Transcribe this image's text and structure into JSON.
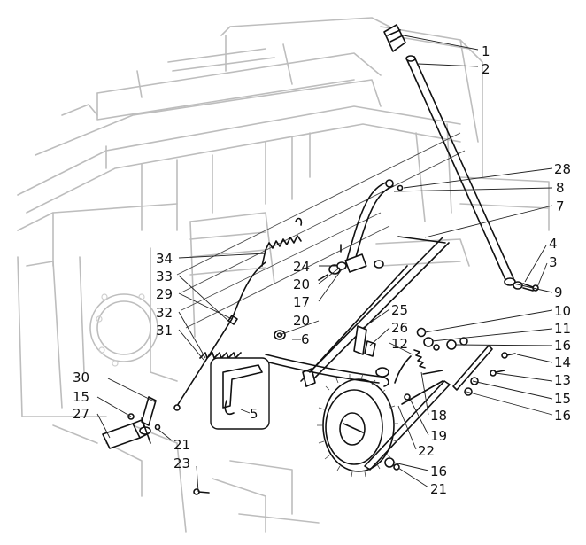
{
  "diagram": {
    "callouts": [
      {
        "id": "c1",
        "text": "1"
      },
      {
        "id": "c2",
        "text": "2"
      },
      {
        "id": "c28",
        "text": "28"
      },
      {
        "id": "c8",
        "text": "8"
      },
      {
        "id": "c7",
        "text": "7"
      },
      {
        "id": "c4",
        "text": "4"
      },
      {
        "id": "c3",
        "text": "3"
      },
      {
        "id": "c9",
        "text": "9"
      },
      {
        "id": "c10",
        "text": "10"
      },
      {
        "id": "c11",
        "text": "11"
      },
      {
        "id": "c16a",
        "text": "16"
      },
      {
        "id": "c14",
        "text": "14"
      },
      {
        "id": "c13",
        "text": "13"
      },
      {
        "id": "c15a",
        "text": "15"
      },
      {
        "id": "c16b",
        "text": "16"
      },
      {
        "id": "c34",
        "text": "34"
      },
      {
        "id": "c33",
        "text": "33"
      },
      {
        "id": "c29",
        "text": "29"
      },
      {
        "id": "c32",
        "text": "32"
      },
      {
        "id": "c31",
        "text": "31"
      },
      {
        "id": "c24",
        "text": "24"
      },
      {
        "id": "c20a",
        "text": "20"
      },
      {
        "id": "c17",
        "text": "17"
      },
      {
        "id": "c20b",
        "text": "20"
      },
      {
        "id": "c6",
        "text": "6"
      },
      {
        "id": "c25",
        "text": "25"
      },
      {
        "id": "c26",
        "text": "26"
      },
      {
        "id": "c12",
        "text": "12"
      },
      {
        "id": "c5",
        "text": "5"
      },
      {
        "id": "c30",
        "text": "30"
      },
      {
        "id": "c15b",
        "text": "15"
      },
      {
        "id": "c27",
        "text": "27"
      },
      {
        "id": "c21a",
        "text": "21"
      },
      {
        "id": "c23",
        "text": "23"
      },
      {
        "id": "c18",
        "text": "18"
      },
      {
        "id": "c19",
        "text": "19"
      },
      {
        "id": "c22",
        "text": "22"
      },
      {
        "id": "c16c",
        "text": "16"
      },
      {
        "id": "c21b",
        "text": "21"
      }
    ]
  }
}
